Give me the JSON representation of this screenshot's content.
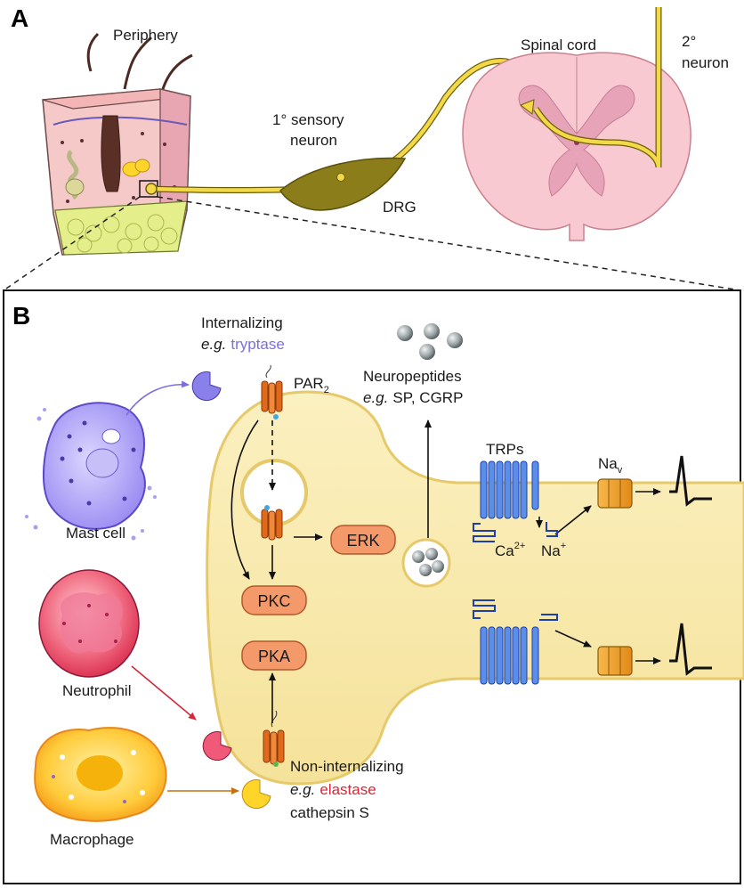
{
  "panel_a": {
    "letter": "A",
    "periphery": "Periphery",
    "sensory_neuron_line1": "1° sensory",
    "sensory_neuron_line2": "neuron",
    "drg": "DRG",
    "spinal_cord": "Spinal cord",
    "second_neuron_line1": "2°",
    "second_neuron_line2": "neuron"
  },
  "panel_b": {
    "letter": "B",
    "internalizing": "Internalizing",
    "eg": "e.g.",
    "tryptase": "tryptase",
    "par": "PAR",
    "par_sub": "2",
    "neuropeptides": "Neuropeptides",
    "sp_cgrp": "SP, CGRP",
    "trps": "TRPs",
    "nav": "Na",
    "nav_sub": "v",
    "ca": "Ca",
    "ca_sup": "2+",
    "na": "Na",
    "na_sup": "+",
    "erk": "ERK",
    "pkc": "PKC",
    "pka": "PKA",
    "mast_cell": "Mast cell",
    "neutrophil": "Neutrophil",
    "macrophage": "Macrophage",
    "non_internalizing": "Non-internalizing",
    "elastase": "elastase",
    "cathepsin": "cathepsin S"
  },
  "colors": {
    "tryptase": "#7b6fe0",
    "par_label": "#e8501c",
    "trp_blue": "#1f3fd6",
    "nav_label": "#d4a274",
    "mast_label": "#5a86b8",
    "neutrophil_label": "#d62839",
    "macrophage_label": "#f08a1c",
    "elastase": "#d62839",
    "cathepsin": "#e8b419",
    "neuron_fill": "#f8eab0",
    "pill_fill": "#f49a6a"
  }
}
